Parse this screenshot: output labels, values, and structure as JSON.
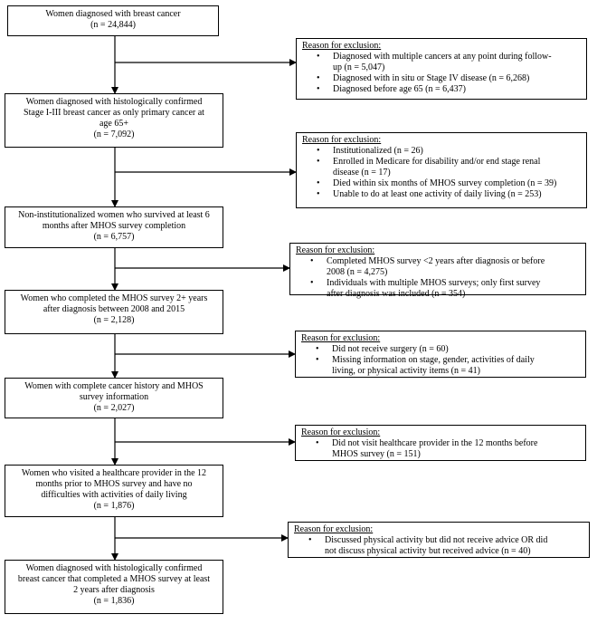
{
  "main_boxes": [
    {
      "lines": [
        "Women diagnosed with breast cancer",
        "(n = 24,844)"
      ]
    },
    {
      "lines": [
        "Women diagnosed with histologically confirmed",
        "Stage I-III breast cancer as only primary cancer at",
        "age 65+",
        "(n = 7,092)"
      ]
    },
    {
      "lines": [
        "Non-institutionalized women who survived at least 6",
        "months after MHOS survey completion",
        "(n = 6,757)"
      ]
    },
    {
      "lines": [
        "Women who completed the MHOS survey 2+ years",
        "after diagnosis between 2008 and 2015",
        "(n = 2,128)"
      ]
    },
    {
      "lines": [
        "Women with complete cancer history and MHOS",
        "survey information",
        "(n = 2,027)"
      ]
    },
    {
      "lines": [
        "Women who visited a healthcare provider in the 12",
        "months prior to MHOS survey and have no",
        "difficulties with activities of daily living",
        "(n = 1,876)"
      ]
    },
    {
      "lines": [
        "Women diagnosed with histologically confirmed",
        "breast cancer that completed a MHOS survey at least",
        "2 years after diagnosis",
        "(n = 1,836)"
      ]
    }
  ],
  "exclusion_boxes": [
    {
      "title": "Reason for exclusion:",
      "items": [
        [
          "Diagnosed with multiple cancers at any point during follow-",
          "up (n = 5,047)"
        ],
        [
          "Diagnosed with in situ or Stage IV disease (n = 6,268)"
        ],
        [
          "Diagnosed before age 65 (n = 6,437)"
        ]
      ]
    },
    {
      "title": "Reason for exclusion:",
      "items": [
        [
          "Institutionalized (n = 26)"
        ],
        [
          "Enrolled in Medicare for disability and/or end stage renal",
          "disease (n = 17)"
        ],
        [
          "Died within six months of MHOS survey completion (n = 39)"
        ],
        [
          "Unable to do at least one activity of daily living (n = 253)"
        ]
      ]
    },
    {
      "title": "Reason for exclusion:",
      "items": [
        [
          "Completed MHOS survey <2 years after diagnosis or before",
          "2008 (n = 4,275)"
        ],
        [
          "Individuals with multiple MHOS surveys; only first survey",
          "after diagnosis was included (n = 354)"
        ]
      ]
    },
    {
      "title": "Reason for exclusion:",
      "items": [
        [
          "Did not receive surgery (n = 60)"
        ],
        [
          "Missing information on stage, gender, activities of daily",
          "living, or physical activity items (n = 41)"
        ]
      ]
    },
    {
      "title": "Reason for exclusion:",
      "items": [
        [
          "Did not visit healthcare provider in the 12 months before",
          "MHOS survey (n = 151)"
        ]
      ]
    },
    {
      "title": "Reason for exclusion:",
      "items": [
        [
          "Discussed physical activity but did not receive advice OR did",
          "not discuss physical activity but received advice (n = 40)"
        ]
      ]
    }
  ]
}
